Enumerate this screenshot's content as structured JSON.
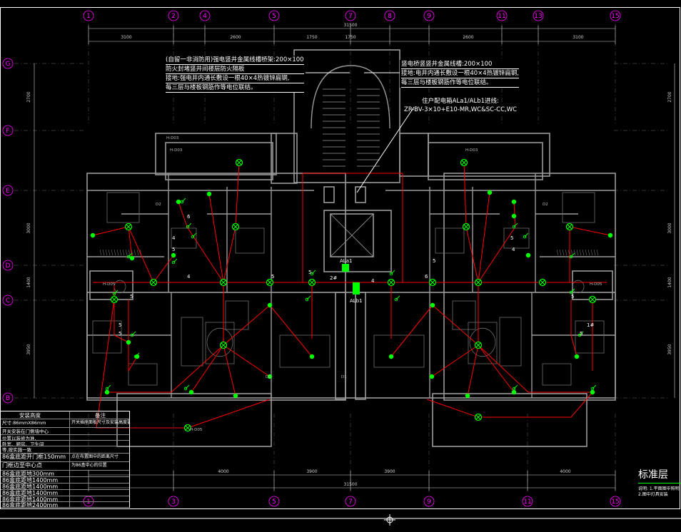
{
  "top_grid": [
    "1",
    "2",
    "4",
    "5",
    "7",
    "8",
    "9",
    "11",
    "13",
    "15"
  ],
  "bottom_grid": [
    "1",
    "3",
    "5",
    "7",
    "9",
    "11",
    "15"
  ],
  "left_grid": [
    "G",
    "F",
    "E",
    "D",
    "C",
    "B"
  ],
  "top_dims": [
    "3100",
    "2600",
    "1750",
    "1750",
    "2600",
    "3100"
  ],
  "top_total": "31500",
  "bottom_dims": [
    "4000",
    "3900",
    "3900",
    "4000"
  ],
  "bottom_total": "31500",
  "side_dims": [
    "2700",
    "3000",
    "1400",
    "3950"
  ],
  "room_codes": [
    "H-D03",
    "H-D03",
    "H-D05",
    "H-D05",
    "H-D05",
    "H-D03",
    "D2",
    "D2",
    "D1",
    "D1"
  ],
  "circuit_labels": [
    "4",
    "5",
    "4",
    "5",
    "5",
    "6",
    "5",
    "5",
    "4",
    "1#",
    "2#",
    "4",
    "5",
    "5",
    "5",
    "5",
    "5",
    "6"
  ],
  "notes": {
    "left": [
      "(自留一非消防用)强电竖井金属线槽桥架:200×100",
      "防火封堵竖井间楼层防火隔板",
      "接地:强电井内通长敷设一根40×4热镀锌扁钢,",
      "每三层与楼板钢筋作等电位联结。"
    ],
    "right": [
      "竖电桥竖竖井金属线槽:200×100",
      "接地:电井内通长敷设一根40×4热镀锌扁钢,",
      "每三层与楼板钢筋作等电位联结。"
    ],
    "cable_title": "住户配电箱ALa1/ALb1进线:",
    "cable_spec": "ZR-BV-3×10+E10-MR,WC&SC-CC,WC"
  },
  "panels": {
    "top": "ALa1",
    "bottom": "ALb1"
  },
  "legend": {
    "header_left": "安装高度",
    "header_right": "备注",
    "rows": [
      {
        "left": "尺寸:86mmX86mm",
        "right": "开关插座面板尺寸及安装高度要求"
      },
      {
        "left": "开关安装在门侧墙中心",
        "right": ""
      },
      {
        "left": "位置以装修为准,",
        "right": ""
      },
      {
        "left": "卧室、厨房、卫生间",
        "right": ""
      },
      {
        "left": "等,按实施一致",
        "right": ""
      },
      {
        "left": "86盒底距开门框150mm",
        "right": "点在布置图中的距离尺寸"
      },
      {
        "left": "门框边至中心点",
        "right": "为86盒中心的位置"
      },
      {
        "left": "86盒底距地300mm",
        "right": ""
      },
      {
        "left": "86盒底距地1400mm",
        "right": ""
      },
      {
        "left": "86盒底距地1400mm",
        "right": ""
      },
      {
        "left": "86盒底距地1400mm",
        "right": ""
      },
      {
        "left": "86盒底距地1400mm",
        "right": ""
      },
      {
        "left": "86盒底距地2400mm",
        "right": ""
      }
    ]
  },
  "title_block": {
    "title": "标准层",
    "line1": "说明: 1.平面图中照明",
    "line2": "2.图中灯具安装"
  },
  "colors": {
    "wall": "#9a9a9a",
    "circuit": "#ff0000",
    "fixture": "#00ff00",
    "grid": "#ff00ff",
    "dim": "#cfcfcf",
    "text": "#ffffff"
  }
}
